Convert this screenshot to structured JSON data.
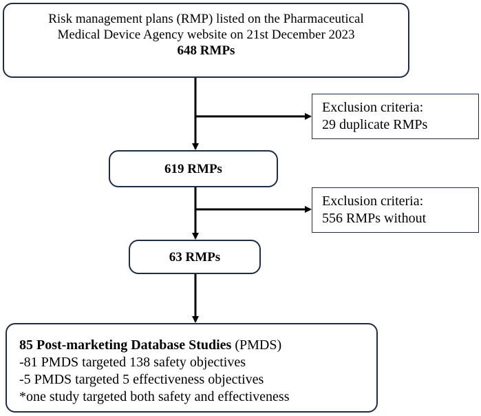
{
  "top": {
    "line1": "Risk management plans (RMP) listed on the Pharmaceutical",
    "line2": "Medical Device Agency website on 21st December 2023",
    "count": "648 RMPs"
  },
  "exclusion1": {
    "label": "Exclusion criteria:",
    "detail": "29 duplicate RMPs"
  },
  "mid1": {
    "count": "619 RMPs"
  },
  "exclusion2": {
    "label": "Exclusion criteria:",
    "detail": "556 RMPs without"
  },
  "mid2": {
    "count": "63 RMPs"
  },
  "bottom": {
    "title_bold": "85 Post-marketing Database Studies",
    "title_rest": " (PMDS)",
    "items": [
      "-81 PMDS targeted 138 safety objectives",
      "-5 PMDS targeted 5 effectiveness objectives",
      "*one study targeted both safety and effectiveness"
    ]
  },
  "colors": {
    "stroke": "#000000",
    "box_border": "#1f2a44"
  }
}
